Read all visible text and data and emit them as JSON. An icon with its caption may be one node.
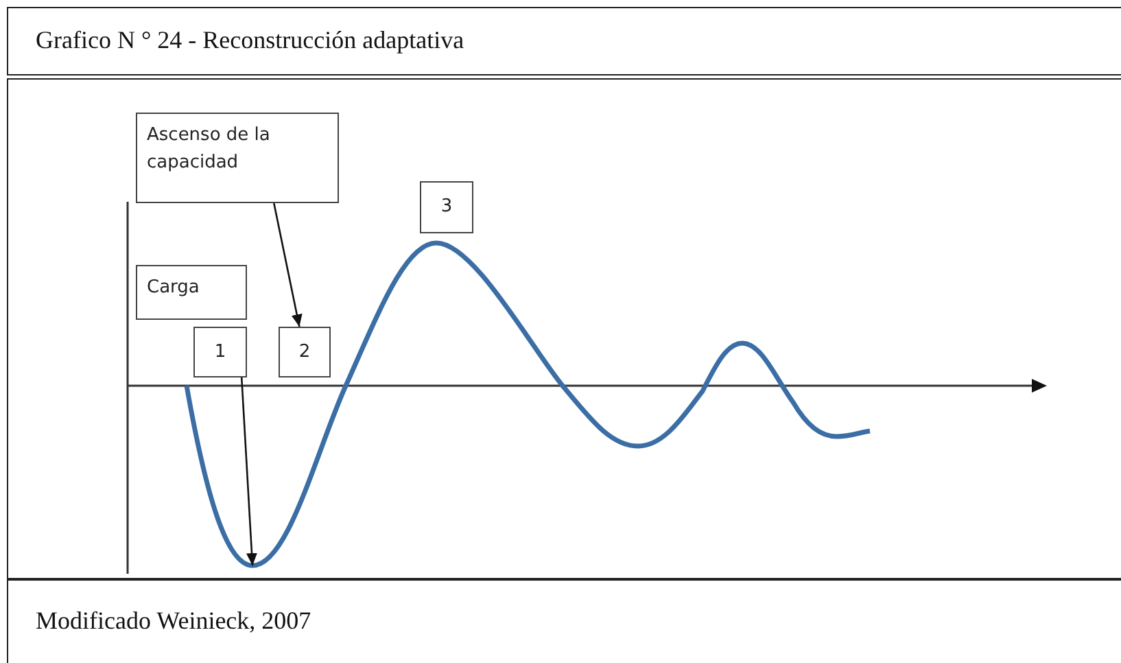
{
  "diagram": {
    "title": "Grafico N ° 24  -  Reconstrucción adaptativa",
    "caption": "Modificado Weinieck, 2007",
    "nodes": [
      {
        "text": [
          "Ascenso de la capacidad"
        ]
      },
      {
        "text": [
          "Carga"
        ]
      },
      {
        "text": [
          "1"
        ]
      },
      {
        "text": [
          "2"
        ]
      },
      {
        "text": [
          "3"
        ]
      },
      {
        "text": [],
        "shape": "curve"
      }
    ],
    "edges": [
      {
        "from": 0,
        "to": 3,
        "arrow": "to"
      },
      {
        "from": 2,
        "to": 5,
        "arrow": "to"
      }
    ]
  }
}
